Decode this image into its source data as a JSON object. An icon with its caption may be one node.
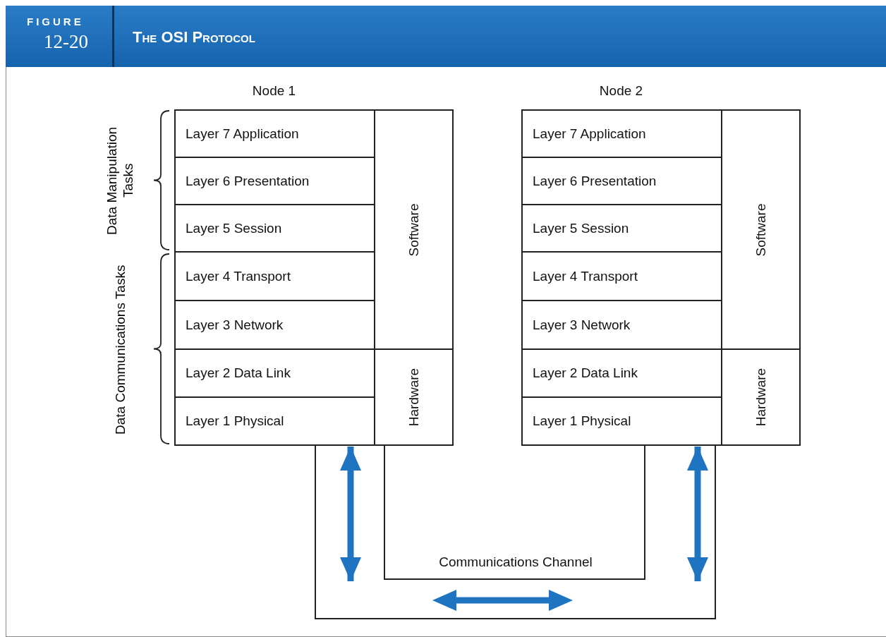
{
  "diagram": {
    "title": "The OSI Protocol",
    "nodes": [
      {
        "text": [
          "Node 1"
        ]
      },
      {
        "text": [
          "Layer 7 Application"
        ],
        "in": 0
      },
      {
        "text": [
          "Layer 6 Presentation"
        ],
        "in": 0
      },
      {
        "text": [
          "Layer 5 Session"
        ],
        "in": 0
      },
      {
        "text": [
          "Layer 4 Transport"
        ],
        "in": 0
      },
      {
        "text": [
          "Layer 3 Network"
        ],
        "in": 0
      },
      {
        "text": [
          "Layer 2 Data Link"
        ],
        "in": 0
      },
      {
        "text": [
          "Layer 1 Physical"
        ],
        "in": 0
      },
      {
        "text": [
          "Software"
        ],
        "in": 0
      },
      {
        "text": [
          "Hardware"
        ],
        "in": 0
      },
      {
        "text": [
          "Node 2"
        ]
      },
      {
        "text": [
          "Layer 7 Application"
        ],
        "in": 10
      },
      {
        "text": [
          "Layer 6 Presentation"
        ],
        "in": 10
      },
      {
        "text": [
          "Layer 5 Session"
        ],
        "in": 10
      },
      {
        "text": [
          "Layer 4 Transport"
        ],
        "in": 10
      },
      {
        "text": [
          "Layer 3 Network"
        ],
        "in": 10
      },
      {
        "text": [
          "Layer 2 Data Link"
        ],
        "in": 10
      },
      {
        "text": [
          "Layer 1 Physical"
        ],
        "in": 10
      },
      {
        "text": [
          "Software"
        ],
        "in": 10
      },
      {
        "text": [
          "Hardware"
        ],
        "in": 10
      },
      {
        "text": [
          "Communications Channel"
        ]
      }
    ],
    "edges": [
      {
        "from": 7,
        "to": 20,
        "arrow": "both"
      },
      {
        "from": 17,
        "to": 20,
        "arrow": "both"
      }
    ],
    "labels": [
      "FIGURE",
      "12-20",
      "Data Manipulation Tasks",
      "Data Communications Tasks"
    ]
  }
}
